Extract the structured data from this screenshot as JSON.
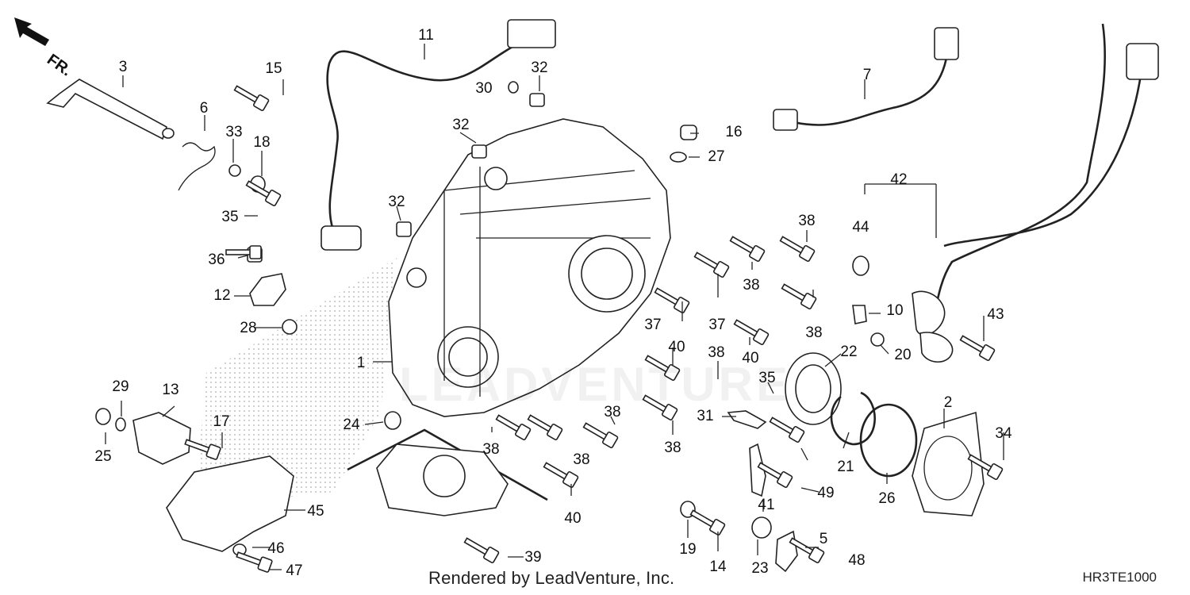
{
  "direction_label": "FR.",
  "callouts": [
    "1",
    "2",
    "3",
    "5",
    "6",
    "7",
    "10",
    "11",
    "12",
    "13",
    "14",
    "15",
    "16",
    "17",
    "18",
    "19",
    "20",
    "21",
    "22",
    "23",
    "24",
    "25",
    "26",
    "27",
    "28",
    "29",
    "30",
    "31",
    "32",
    "33",
    "34",
    "35",
    "36",
    "37",
    "38",
    "39",
    "40",
    "41",
    "42",
    "43",
    "44",
    "45",
    "46",
    "47",
    "48",
    "49"
  ],
  "credit": "Rendered by LeadVenture, Inc.",
  "diagram_code": "HR3TE1000",
  "watermark": "LEADVENTURE"
}
